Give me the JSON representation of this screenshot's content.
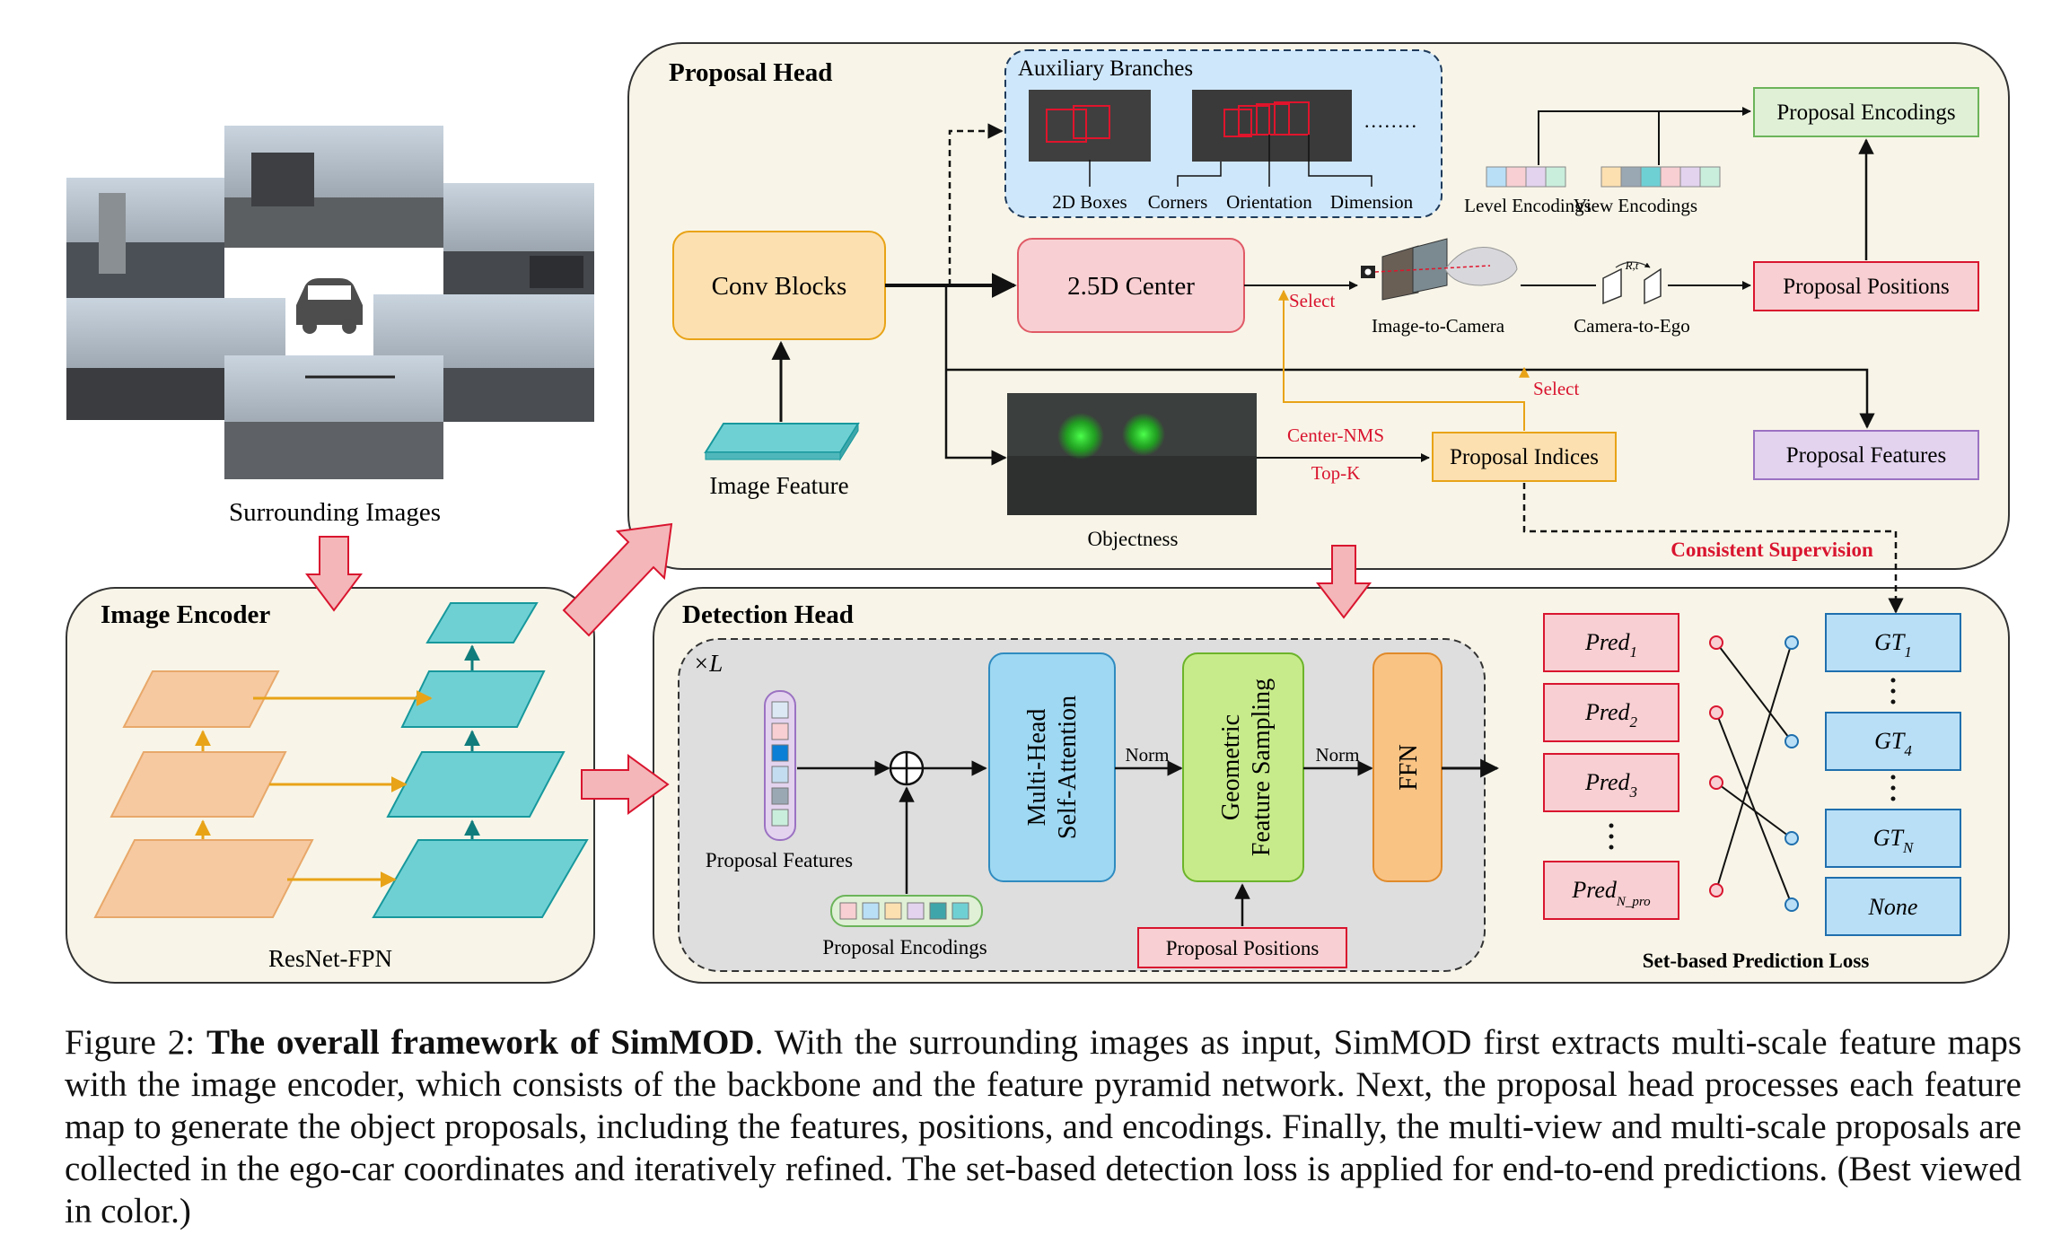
{
  "proposal_head": {
    "title": "Proposal Head",
    "auxiliary_branches": {
      "title": "Auxiliary Branches",
      "labels": [
        "2D Boxes",
        "Corners",
        "Orientation",
        "Dimension"
      ],
      "ellipsis": "........"
    },
    "conv_blocks": "Conv Blocks",
    "image_feature": "Image Feature",
    "center_25d": "2.5D Center",
    "select_1": "Select",
    "image_to_camera": "Image-to-Camera",
    "camera_to_ego": "Camera-to-Ego",
    "rt_label": "R,t",
    "level_encodings": "Level Encodings",
    "view_encodings": "View Encodings",
    "proposal_encodings": "Proposal Encodings",
    "proposal_positions": "Proposal Positions",
    "select_2": "Select",
    "objectness": "Objectness",
    "center_nms": "Center-NMS",
    "top_k": "Top-K",
    "proposal_indices": "Proposal Indices",
    "proposal_features": "Proposal Features",
    "consistent_supervision": "Consistent Supervision"
  },
  "surrounding_images": {
    "label": "Surrounding Images"
  },
  "image_encoder": {
    "title": "Image Encoder",
    "backbone": "ResNet-FPN"
  },
  "detection_head": {
    "title": "Detection Head",
    "times_l": "×L",
    "proposal_features": "Proposal Features",
    "proposal_encodings": "Proposal Encodings",
    "mhsa_line1": "Multi-Head",
    "mhsa_line2": "Self-Attention",
    "norm_1": "Norm",
    "gfs_line1": "Geometric",
    "gfs_line2": "Feature Sampling",
    "norm_2": "Norm",
    "ffn": "FFN",
    "proposal_positions": "Proposal Positions"
  },
  "set_loss": {
    "title": "Set-based Prediction Loss",
    "preds": [
      {
        "base": "Pred",
        "sub": "1"
      },
      {
        "base": "Pred",
        "sub": "2"
      },
      {
        "base": "Pred",
        "sub": "3"
      },
      {
        "base": "Pred",
        "sub": "N_pro"
      }
    ],
    "gts": [
      {
        "base": "GT",
        "sub": "1"
      },
      {
        "base": "GT",
        "sub": "4"
      },
      {
        "base": "GT",
        "sub": "N"
      }
    ],
    "none_label": "None"
  },
  "caption": {
    "prefix": "Figure 2: ",
    "title": "The overall framework of SimMOD",
    "body": ". With the surrounding images as input, SimMOD first extracts multi-scale feature maps with the image encoder, which consists of the backbone and the feature pyramid network. Next, the proposal head processes each feature map to generate the object proposals, including the features, positions, and encodings. Finally, the multi-view and multi-scale proposals are collected in the ego-car coordinates and iteratively refined. The set-based detection loss is applied for end-to-end predictions. (Best viewed in color.)"
  },
  "colors": {
    "panel_fill": "#f8f5e8",
    "conv_fill": "#fde0b0",
    "center_fill": "#f8cfd2",
    "encodings_fill": "#dff0d6",
    "features_fill": "#e3d3ef",
    "aux_fill": "#cfe7fb",
    "accent_red": "#d9152f",
    "mhsa_fill": "#9ed8f2",
    "gfs_fill": "#c7eb8a",
    "ffn_fill": "#f9c384",
    "fpn_orange": "#f6c9a1",
    "fpn_teal": "#6fd0d4",
    "arrow_pink": "#f4b6b8",
    "gt_fill": "#b9dff7"
  }
}
